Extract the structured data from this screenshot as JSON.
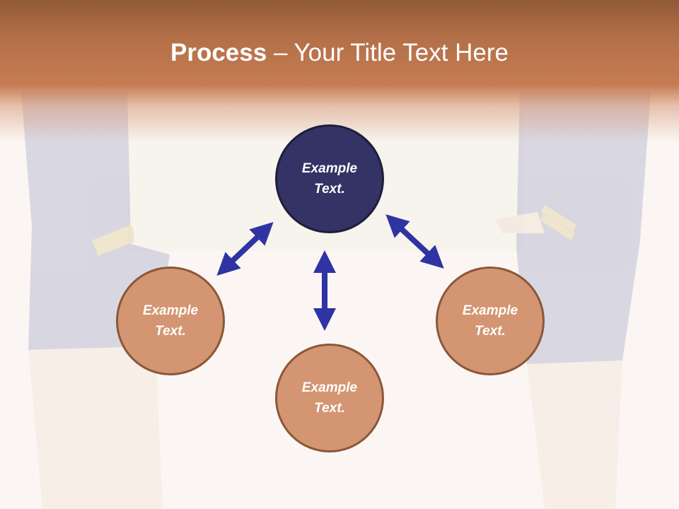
{
  "slide": {
    "title_bold": "Process",
    "title_rest": " – Your Title Text Here"
  },
  "diagram": {
    "center": {
      "line1": "Example",
      "line2": "Text."
    },
    "left": {
      "line1": "Example",
      "line2": "Text."
    },
    "bottom": {
      "line1": "Example",
      "line2": "Text."
    },
    "right": {
      "line1": "Example",
      "line2": "Text."
    }
  },
  "colors": {
    "header": "#c67c53",
    "center_fill": "#333366",
    "node_fill": "#d49572",
    "arrow": "#2f33a3"
  },
  "icons": {
    "connector": "double-headed-arrow"
  }
}
